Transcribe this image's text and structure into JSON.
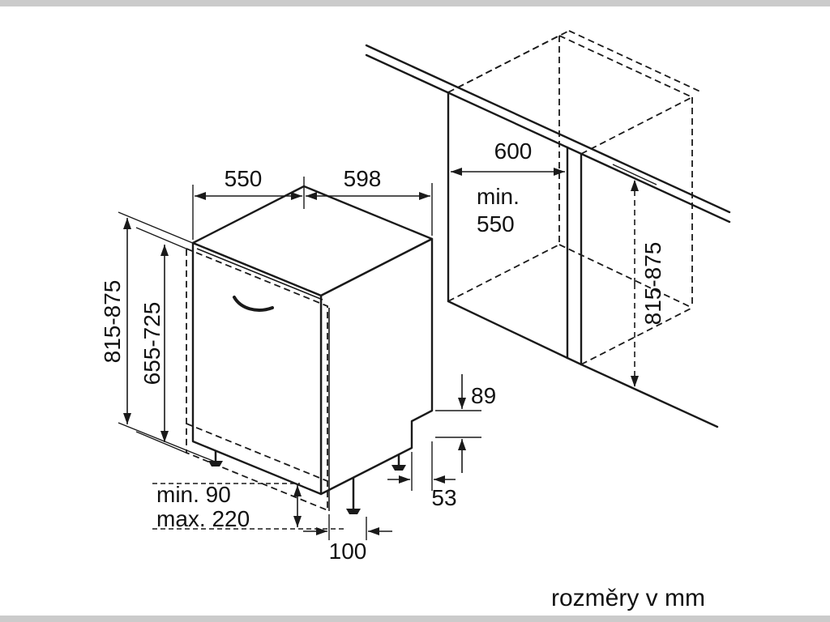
{
  "diagram": {
    "caption": "rozměry v mm",
    "labels": {
      "top_depth": "550",
      "top_width": "598",
      "niche_width": "600",
      "niche_depth_prefix": "min.",
      "niche_depth": "550",
      "right_height": "815-875",
      "left_height": "815-875",
      "door_height": "655-725",
      "recess_height": "89",
      "recess_depth": "53",
      "plinth_min": "min. 90",
      "plinth_max": "max. 220",
      "front_foot_depth": "100"
    }
  }
}
